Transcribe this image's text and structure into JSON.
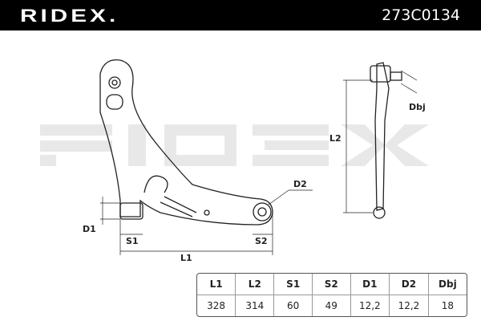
{
  "brand": "RIDEX.",
  "part_number": "273C0134",
  "watermark": "RIDEX",
  "labels": {
    "D1": "D1",
    "S1": "S1",
    "S2": "S2",
    "L1": "L1",
    "D2": "D2",
    "L2": "L2",
    "Dbj": "Dbj"
  },
  "table": {
    "headers": [
      "L1",
      "L2",
      "S1",
      "S2",
      "D1",
      "D2",
      "Dbj"
    ],
    "values": [
      "328",
      "314",
      "60",
      "49",
      "12,2",
      "12,2",
      "18"
    ]
  }
}
